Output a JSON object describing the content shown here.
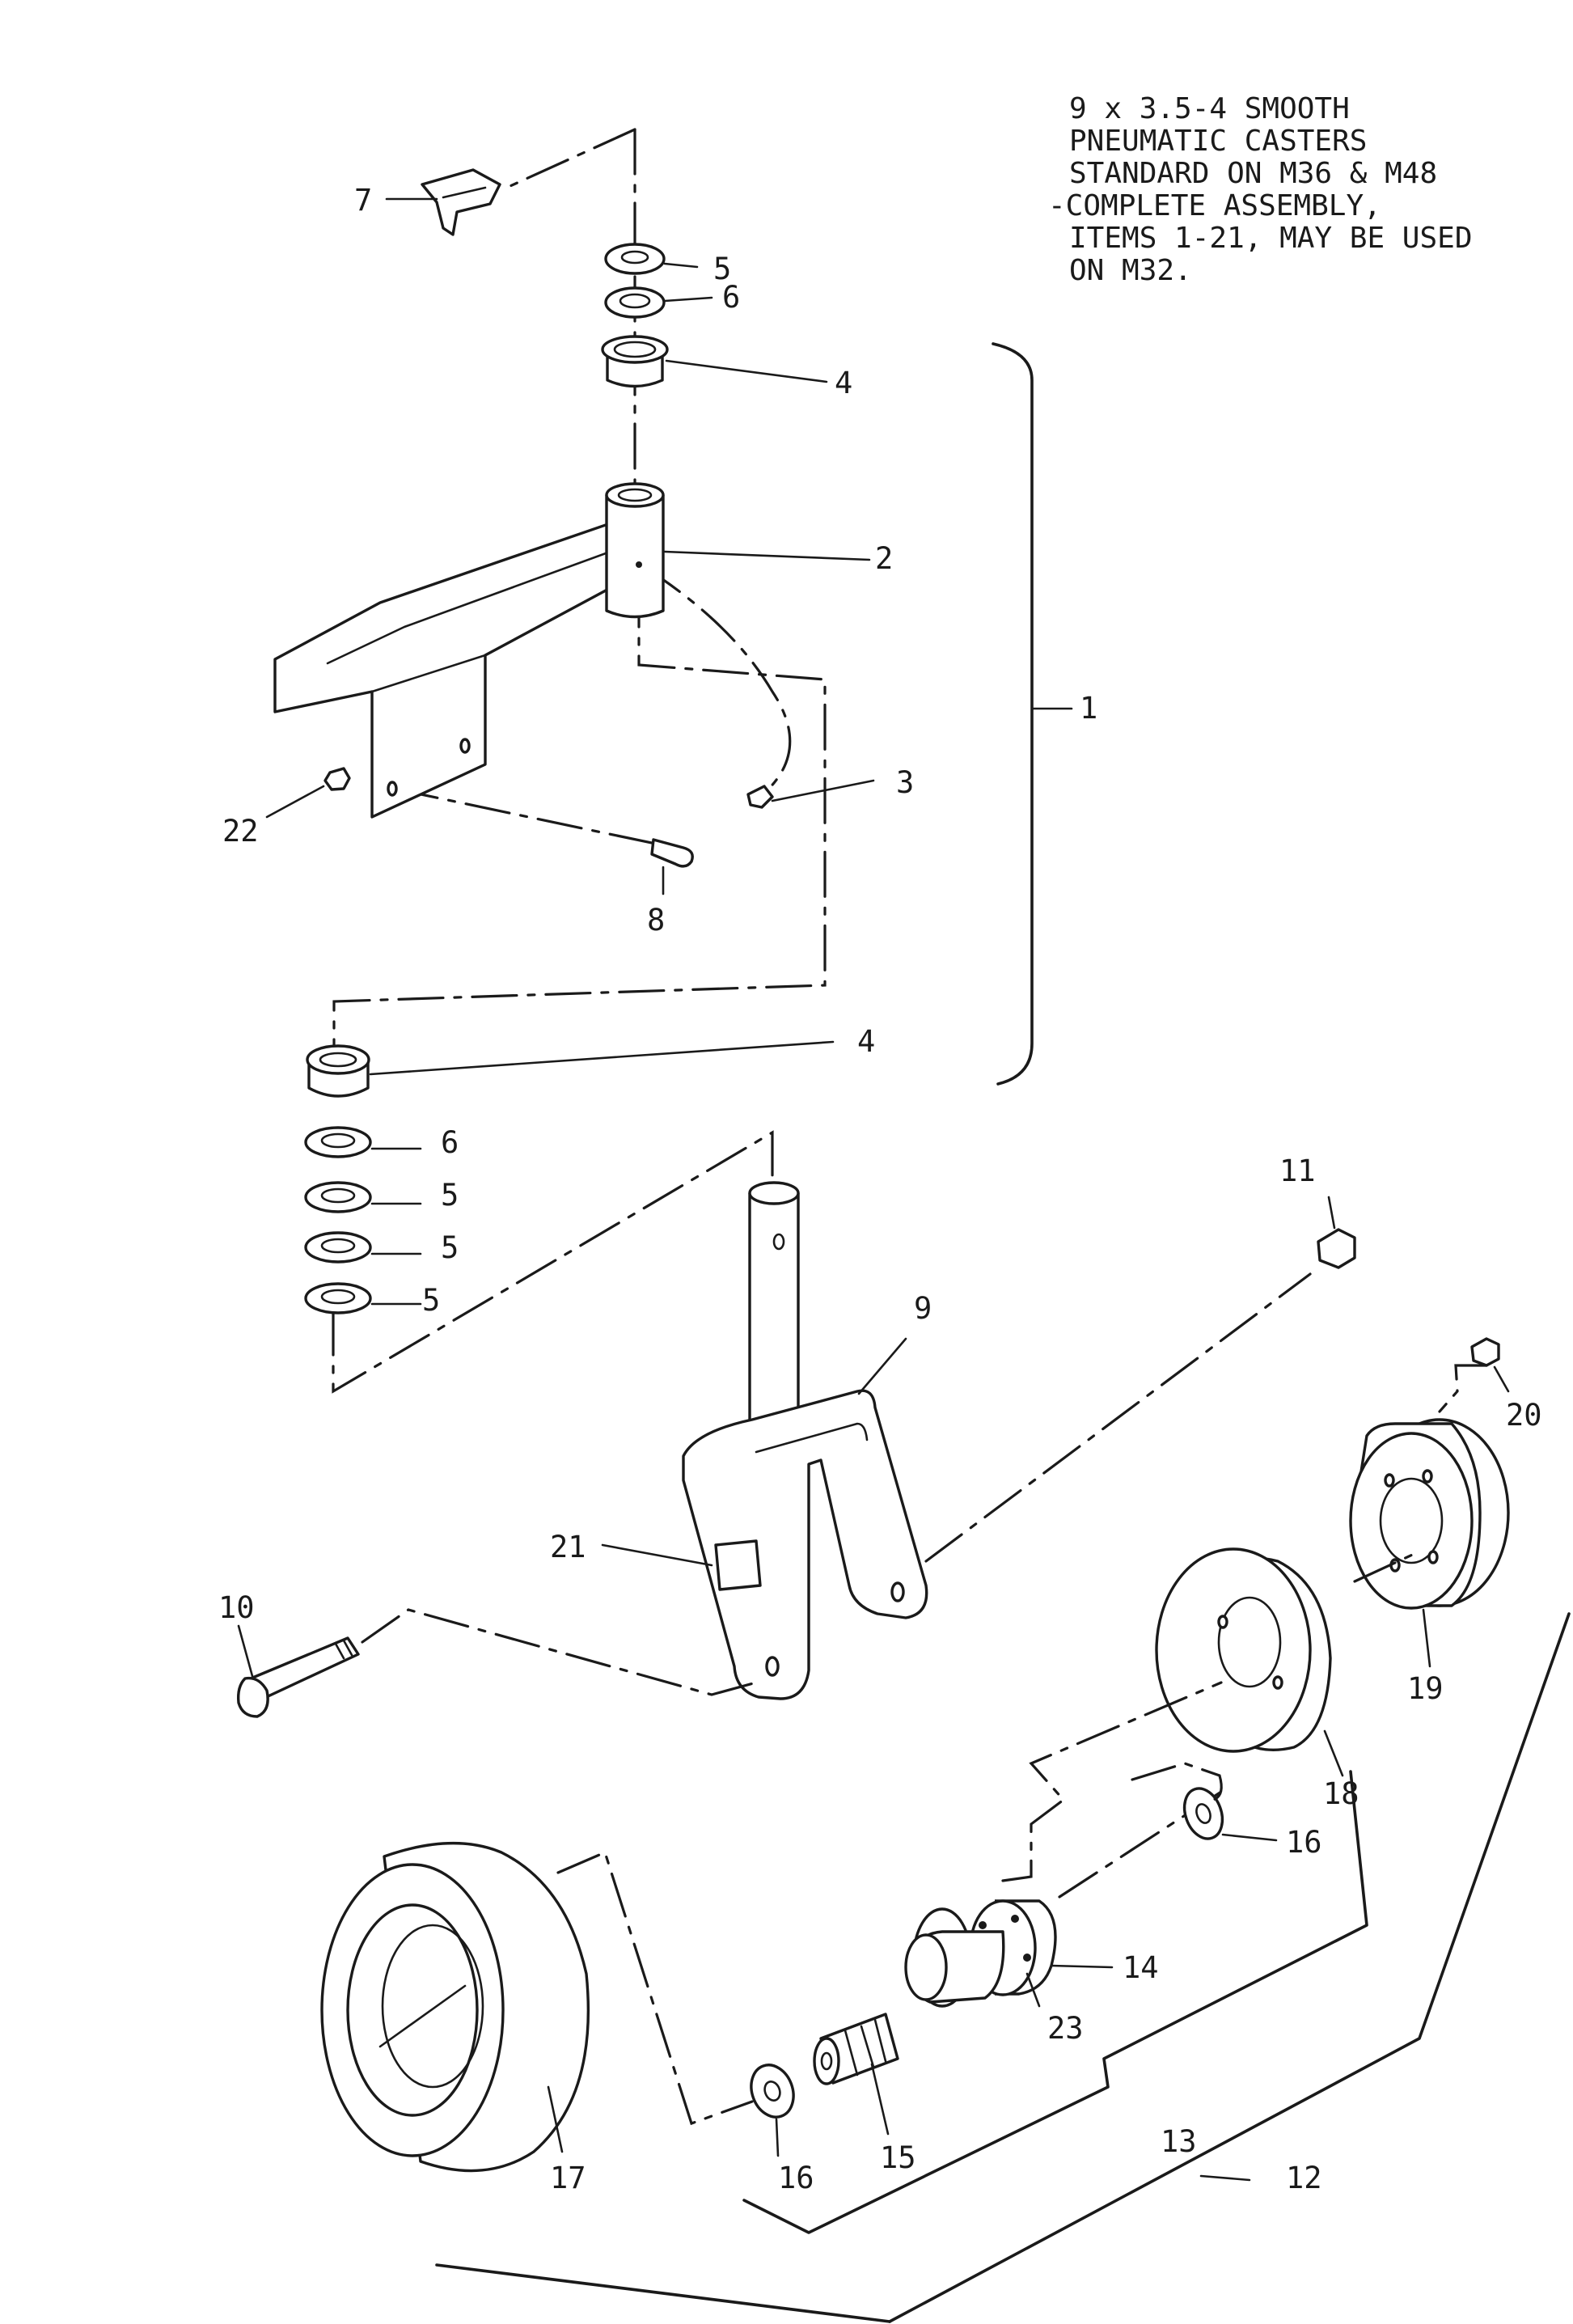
{
  "note": {
    "lines": [
      "9 x 3.5-4 SMOOTH",
      "PNEUMATIC CASTERS",
      "STANDARD ON M36 & M48",
      "-COMPLETE ASSEMBLY,",
      "ITEMS 1-21, MAY BE USED",
      "ON M32."
    ]
  },
  "callouts": {
    "c1": "1",
    "c2": "2",
    "c3": "3",
    "c4a": "4",
    "c4b": "4",
    "c5a": "5",
    "c5b": "5",
    "c5c": "5",
    "c5d": "5",
    "c6a": "6",
    "c6b": "6",
    "c7": "7",
    "c8": "8",
    "c9": "9",
    "c10": "10",
    "c11": "11",
    "c12": "12",
    "c13": "13",
    "c14": "14",
    "c15": "15",
    "c16a": "16",
    "c16b": "16",
    "c17": "17",
    "c18": "18",
    "c19": "19",
    "c20": "20",
    "c21": "21",
    "c22": "22",
    "c23": "23"
  }
}
